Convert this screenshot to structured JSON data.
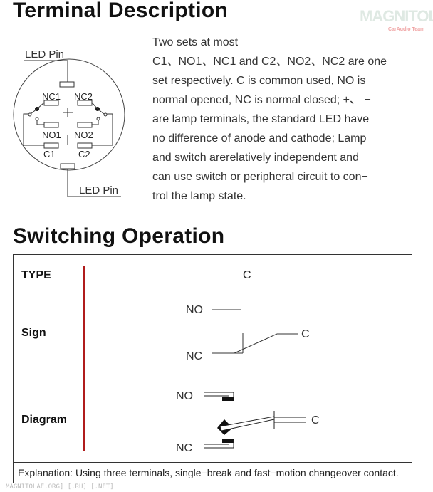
{
  "section1": {
    "title": "Terminal Description",
    "diagram": {
      "led_pin_top": "LED Pin",
      "led_pin_bottom": "LED Pin",
      "nc1": "NC1",
      "nc2": "NC2",
      "no1": "NO1",
      "no2": "NO2",
      "c1": "C1",
      "c2": "C2"
    },
    "lines": [
      "Two sets at most",
      "C1、NO1、NC1 and C2、NO2、NC2 are one",
      "set respectively. C is common used, NO is",
      "normal opened, NC is normal closed; +、 −",
      "are lamp terminals, the standard LED have",
      "no difference of anode and cathode; Lamp",
      "and switch arerelatively independent and",
      "can use switch or peripheral circuit to con−",
      "trol the lamp state."
    ]
  },
  "logo": {
    "name": "MAGNITOLA",
    "tagline": "CarAudio Team"
  },
  "section2": {
    "title": "Switching Operation",
    "rows": {
      "type_label": "TYPE",
      "type_value": "C",
      "sign_label": "Sign",
      "diagram_label": "Diagram"
    },
    "sign": {
      "no": "NO",
      "nc": "NC",
      "c": "C"
    },
    "diagram": {
      "no": "NO",
      "nc": "NC",
      "c": "C"
    },
    "explanation": "Explanation: Using three terminals, single−break and fast−motion changeover contact."
  },
  "watermark": "MAGNITOLAE.ORG] [.RU] [.NET]",
  "colors": {
    "divider": "#b01c1c"
  }
}
